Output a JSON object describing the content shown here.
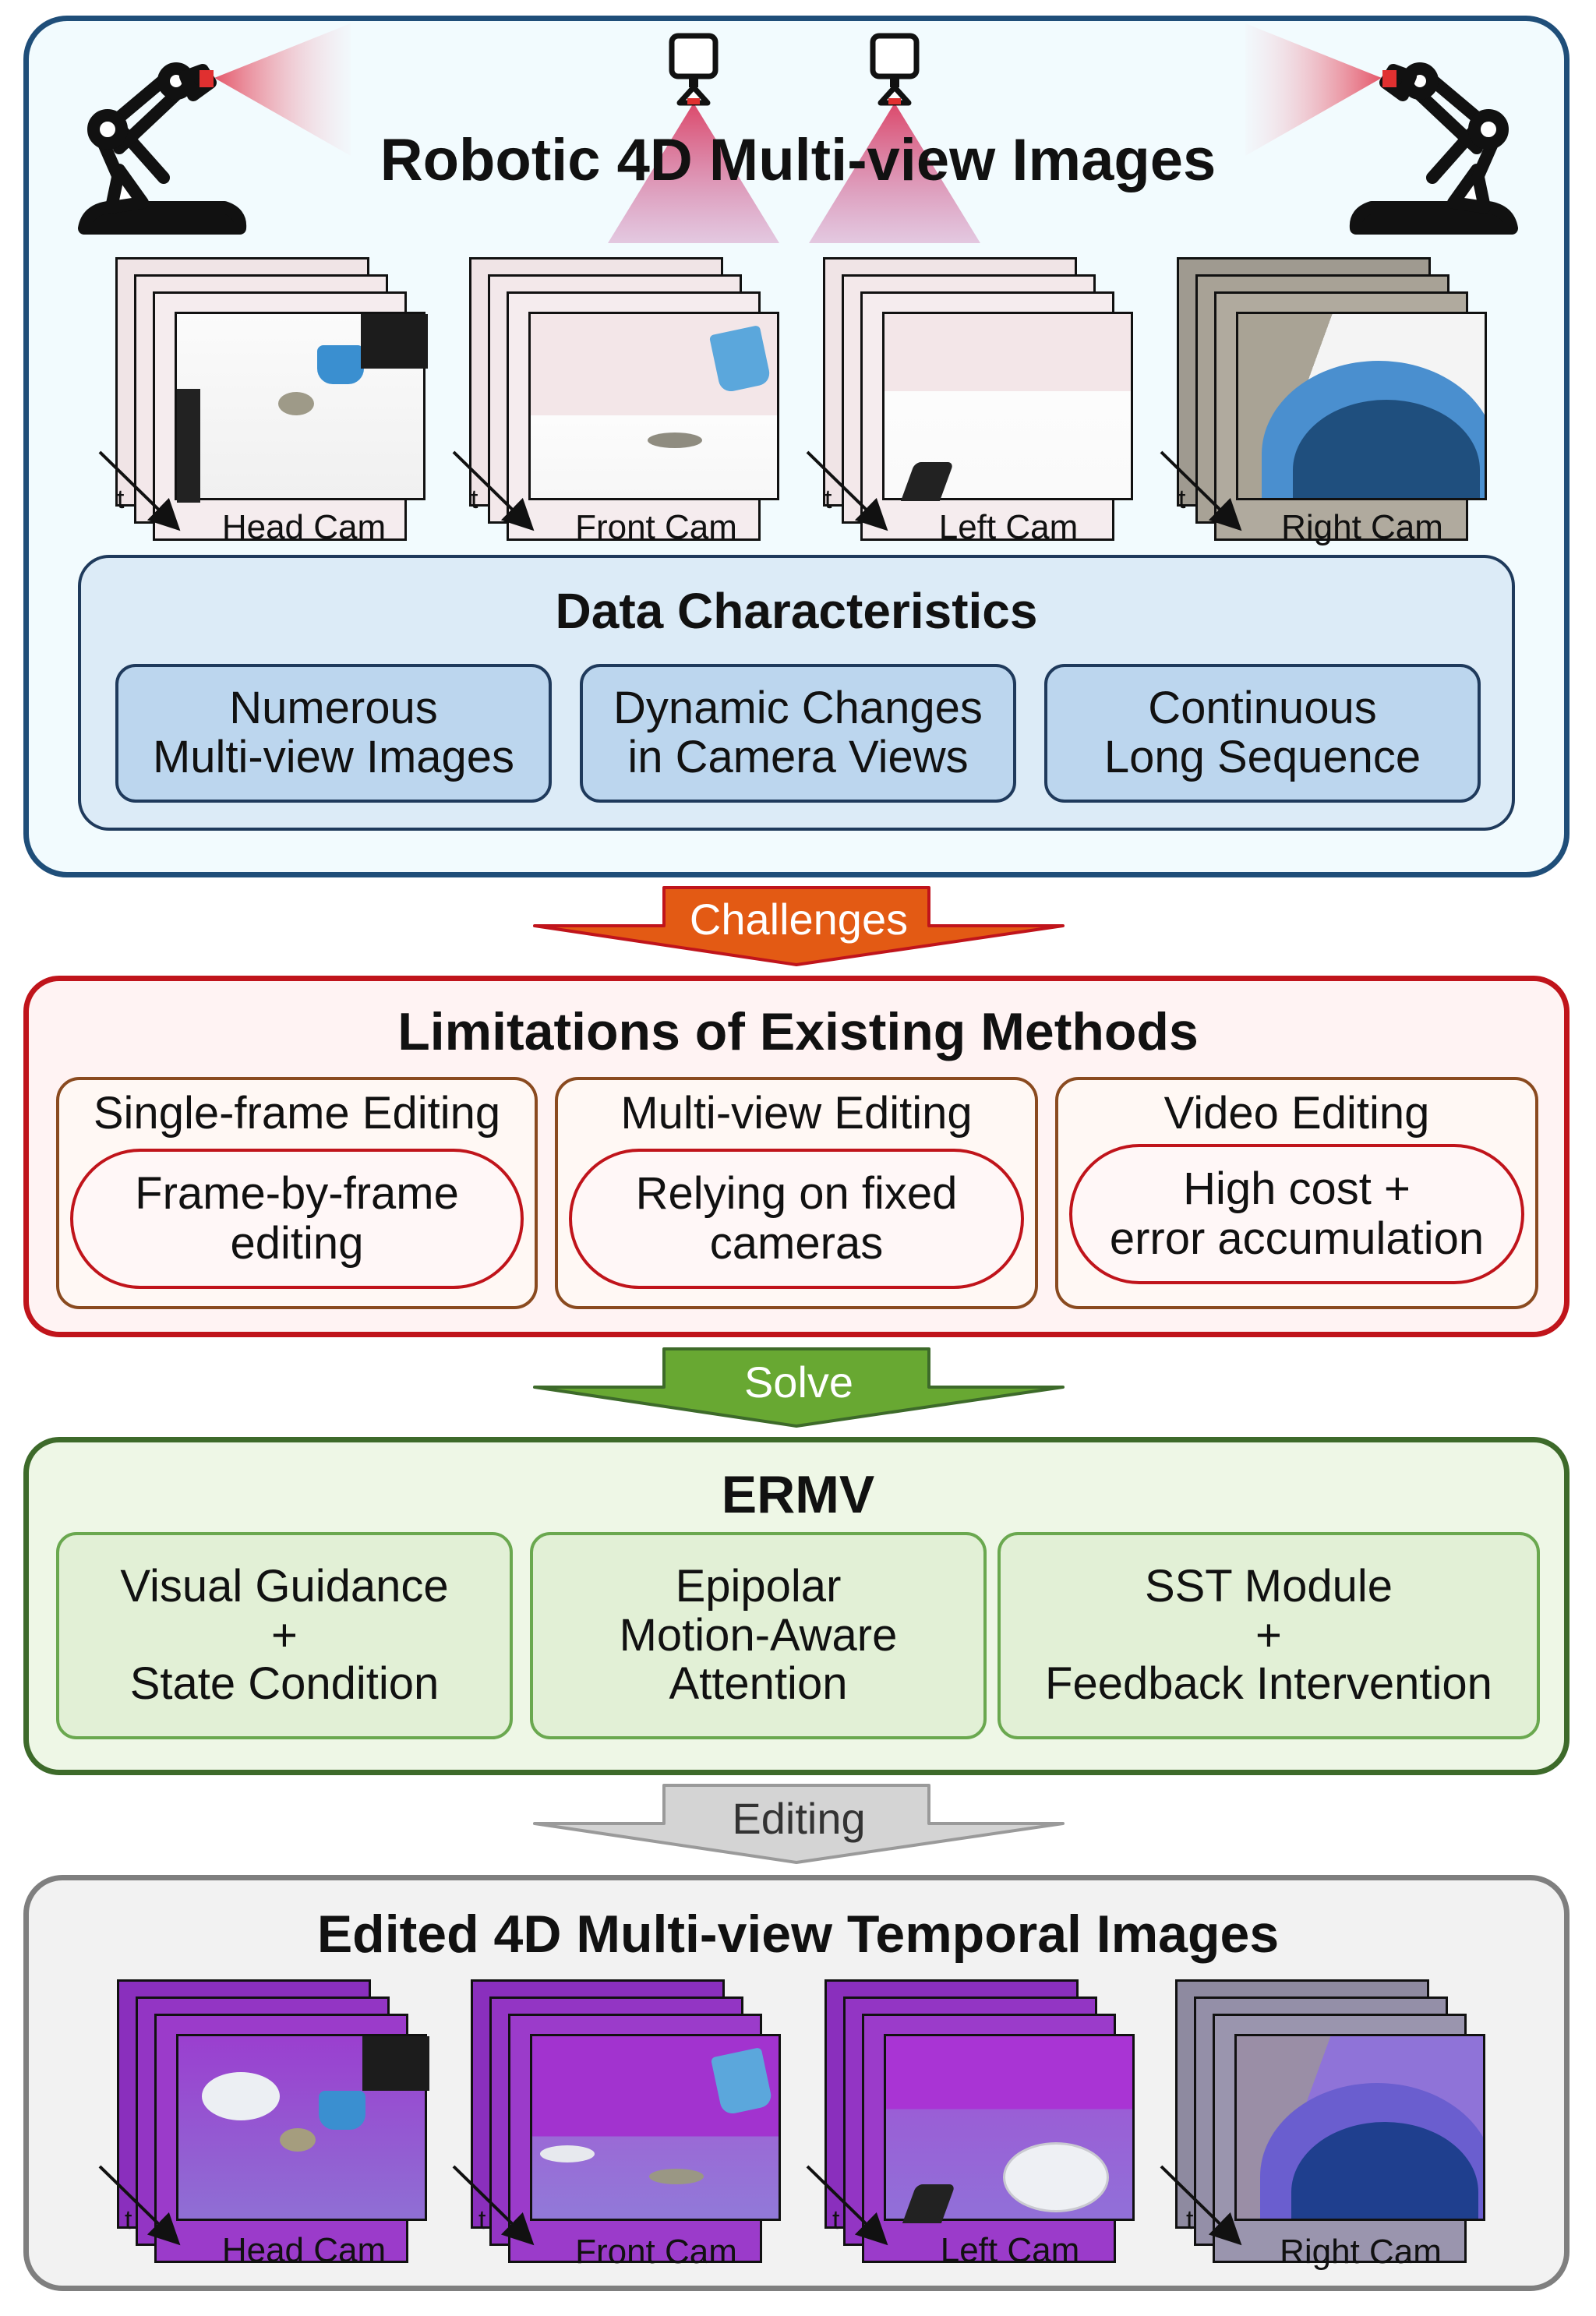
{
  "top_panel": {
    "title": "Robotic 4D Multi-view Images",
    "cams": [
      {
        "label": "Head Cam",
        "time": "t"
      },
      {
        "label": "Front Cam",
        "time": "t"
      },
      {
        "label": "Left Cam",
        "time": "t"
      },
      {
        "label": "Right Cam",
        "time": "t"
      }
    ],
    "characteristics": {
      "title": "Data Characteristics",
      "items": [
        "Numerous\nMulti-view Images",
        "Dynamic Changes\nin Camera Views",
        "Continuous\nLong Sequence"
      ]
    }
  },
  "arrows": {
    "challenges": "Challenges",
    "solve": "Solve",
    "editing": "Editing"
  },
  "limitations": {
    "title": "Limitations of Existing Methods",
    "groups": [
      {
        "name": "Single-frame Editing",
        "issue": "Frame-by-frame\nediting"
      },
      {
        "name": "Multi-view Editing",
        "issue": "Relying on fixed\ncameras"
      },
      {
        "name": "Video Editing",
        "issue": "High cost +\nerror accumulation"
      }
    ]
  },
  "ermv": {
    "title": "ERMV",
    "items": [
      "Visual Guidance\n+\nState Condition",
      "Epipolar\nMotion-Aware\nAttention",
      "SST Module\n+\nFeedback Intervention"
    ]
  },
  "bottom_panel": {
    "title": "Edited 4D Multi-view Temporal Images",
    "cams": [
      {
        "label": "Head Cam",
        "time": "t"
      },
      {
        "label": "Front Cam",
        "time": "t"
      },
      {
        "label": "Left Cam",
        "time": "t"
      },
      {
        "label": "Right Cam",
        "time": "t"
      }
    ]
  },
  "colors": {
    "top_border": "#1f4e79",
    "top_fill": "#f2fbfe",
    "char_fill": "#dcebf7",
    "char_item_fill": "#bcd6ee",
    "red_border": "#c0141b",
    "red_fill": "#fff3f3",
    "brown_border": "#8a4a1f",
    "green_border": "#3d6a2a",
    "green_fill": "#eef7e6",
    "green_item_fill": "#e2f0d6",
    "gray_border": "#7f7f7f",
    "gray_fill": "#f2f2f2",
    "arrow_orange": "#e35a14",
    "arrow_green": "#68a832",
    "arrow_gray": "#d4d4d4",
    "edited_purple": "#9b3fd0"
  }
}
